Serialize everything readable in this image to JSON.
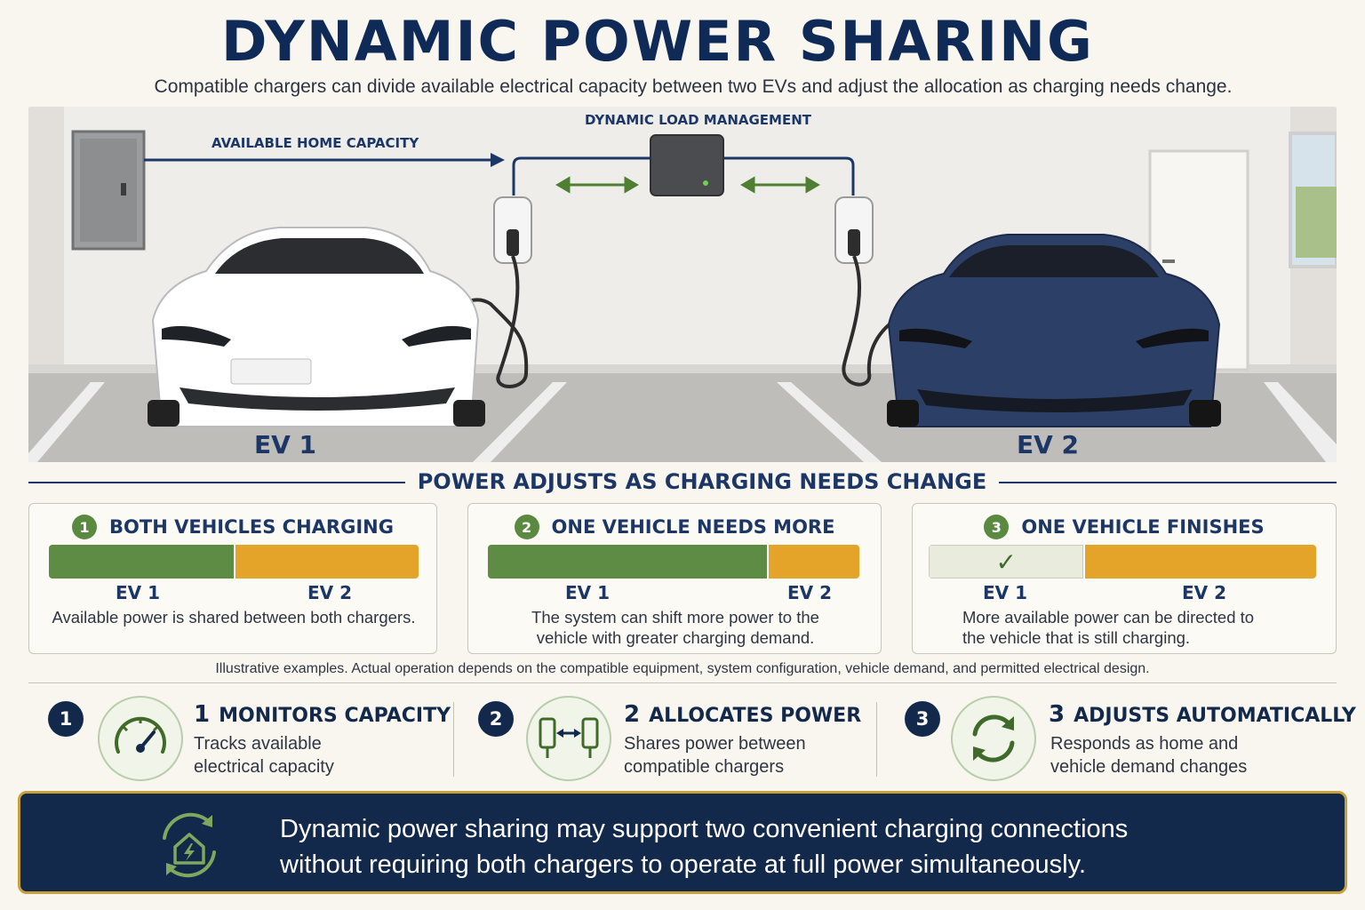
{
  "header": {
    "title": "DYNAMIC POWER SHARING",
    "subtitle": "Compatible chargers can divide available electrical capacity between two EVs and adjust the allocation as charging needs change."
  },
  "scene": {
    "capacity_label": "AVAILABLE HOME CAPACITY",
    "load_mgmt_label": "DYNAMIC LOAD MANAGEMENT",
    "ev1_label": "EV 1",
    "ev2_label": "EV 2",
    "ev1_color": "#ffffff",
    "ev2_color": "#2c3f66"
  },
  "section_title": "POWER ADJUSTS AS CHARGING NEEDS CHANGE",
  "cards": [
    {
      "number": "1",
      "title": "BOTH VEHICLES CHARGING",
      "ev1_share": 0.5,
      "ev2_share": 0.5,
      "ev1_done": false,
      "label_ev1": "EV 1",
      "label_ev2": "EV 2",
      "desc": "Available power is shared between both chargers."
    },
    {
      "number": "2",
      "title": "ONE VEHICLE NEEDS MORE",
      "ev1_share": 0.75,
      "ev2_share": 0.25,
      "ev1_done": false,
      "label_ev1": "EV 1",
      "label_ev2": "EV 2",
      "desc_line1": "The system can shift more power to the",
      "desc_line2": "vehicle with greater charging demand."
    },
    {
      "number": "3",
      "title": "ONE VEHICLE FINISHES",
      "ev1_share": 0.4,
      "ev2_share": 0.6,
      "ev1_done": true,
      "check": "✓",
      "label_ev1": "EV 1",
      "label_ev2": "EV 2",
      "desc_line1": "More available power can be directed to",
      "desc_line2": "the vehicle that is still charging."
    }
  ],
  "disclaimer": "Illustrative examples. Actual operation depends on the compatible equipment, system configuration, vehicle demand, and permitted electrical design.",
  "features": [
    {
      "number": "1",
      "icon": "gauge-icon",
      "title": "MONITORS CAPACITY",
      "line1": "Tracks available",
      "line2": "electrical capacity"
    },
    {
      "number": "2",
      "icon": "chargers-arrow-icon",
      "title": "ALLOCATES POWER",
      "line1": "Shares power between",
      "line2": "compatible chargers"
    },
    {
      "number": "3",
      "icon": "refresh-icon",
      "title": "ADJUSTS AUTOMATICALLY",
      "line1": "Responds as home and",
      "line2": "vehicle demand changes"
    }
  ],
  "banner": {
    "icon": "home-power-cycle-icon",
    "line1": "Dynamic power sharing may support two convenient charging connections",
    "line2": "without requiring both chargers to operate at full power simultaneously."
  },
  "colors": {
    "navy": "#13294b",
    "green": "#5f8c45",
    "yellow": "#e4a42a",
    "gold_border": "#c9a13a"
  }
}
